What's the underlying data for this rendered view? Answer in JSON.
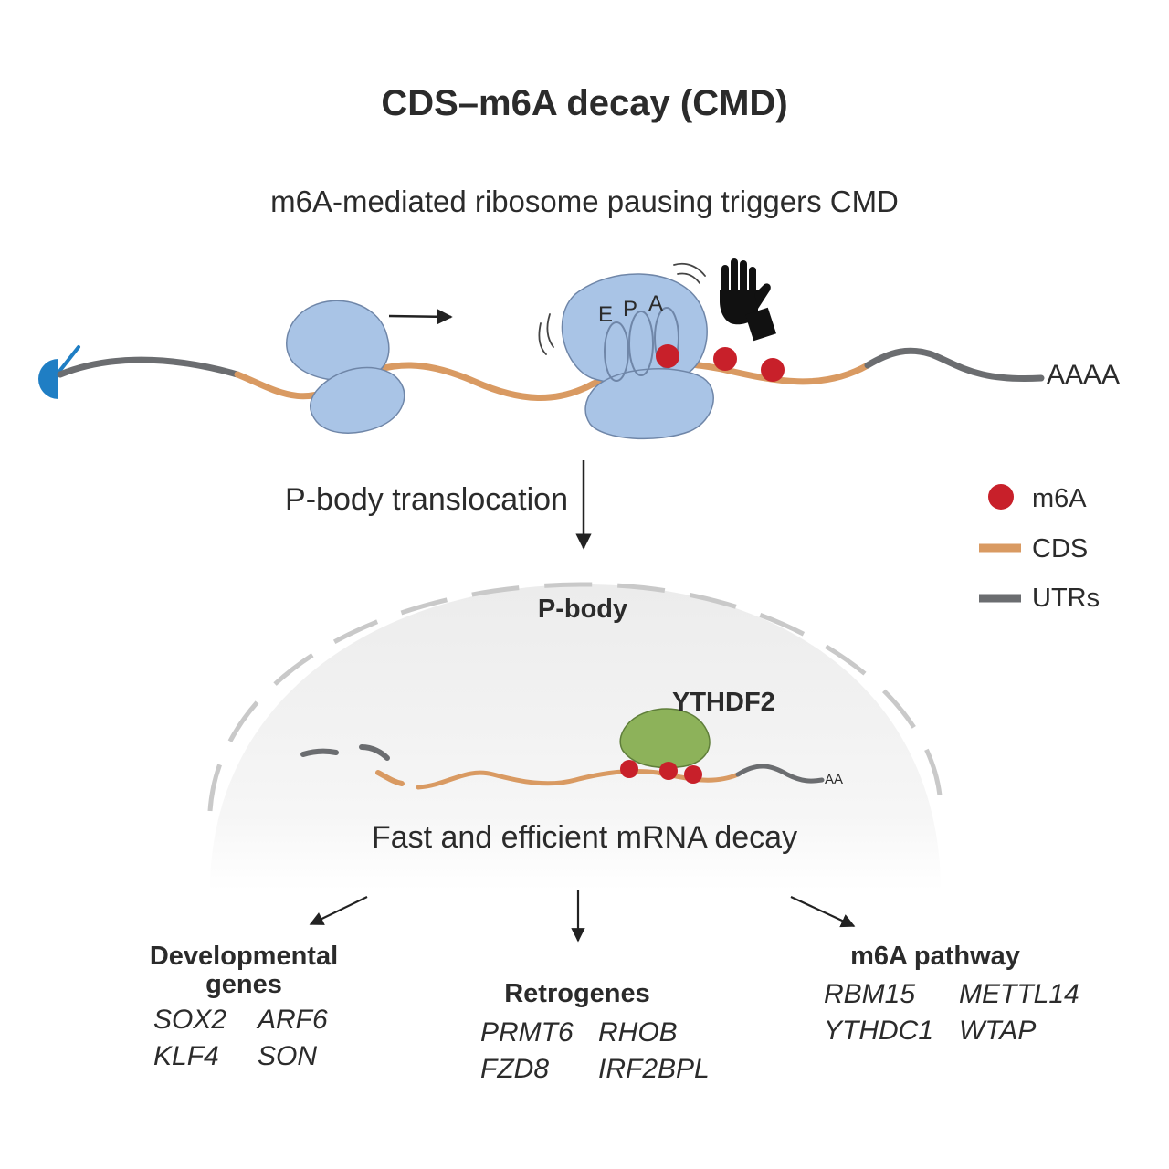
{
  "title": "CDS–m6A decay (CMD)",
  "subtitle": "m6A-mediated ribosome pausing triggers CMD",
  "polyA_tail": "AAAA",
  "ribosome_sites": [
    "E",
    "P",
    "A"
  ],
  "translocation_label": "P-body translocation",
  "pbody": {
    "label": "P-body",
    "protein_label": "YTHDF2",
    "tail": "AA",
    "decay_label": "Fast and efficient mRNA decay"
  },
  "legend": {
    "items": [
      {
        "label": "m6A",
        "color": "#c8202a",
        "shape": "circle"
      },
      {
        "label": "CDS",
        "color": "#d99a62",
        "shape": "line"
      },
      {
        "label": "UTRs",
        "color": "#6b6d70",
        "shape": "line"
      }
    ]
  },
  "targets": [
    {
      "title_lines": [
        "Developmental",
        "genes"
      ],
      "genes": [
        "SOX2",
        "ARF6",
        "KLF4",
        "SON"
      ]
    },
    {
      "title_lines": [
        "Retrogenes"
      ],
      "genes": [
        "PRMT6",
        "RHOB",
        "FZD8",
        "IRF2BPL"
      ]
    },
    {
      "title_lines": [
        "m6A pathway"
      ],
      "genes": [
        "RBM15",
        "METTL14",
        "YTHDC1",
        "WTAP"
      ]
    }
  ],
  "colors": {
    "ribosome": "#a9c4e6",
    "ribosome_stroke": "#6f86a8",
    "cds": "#d99a62",
    "utr": "#6b6d70",
    "m6a": "#c8202a",
    "cap": "#1f7ec4",
    "ythdf2": "#8db25a",
    "pbody_fill": "#f3f3f3",
    "pbody_dash": "#c9c9c9"
  },
  "icons": {
    "cap": "mrna-cap-icon",
    "stop": "stop-hand-icon",
    "motion": "vibration-marks-icon"
  }
}
